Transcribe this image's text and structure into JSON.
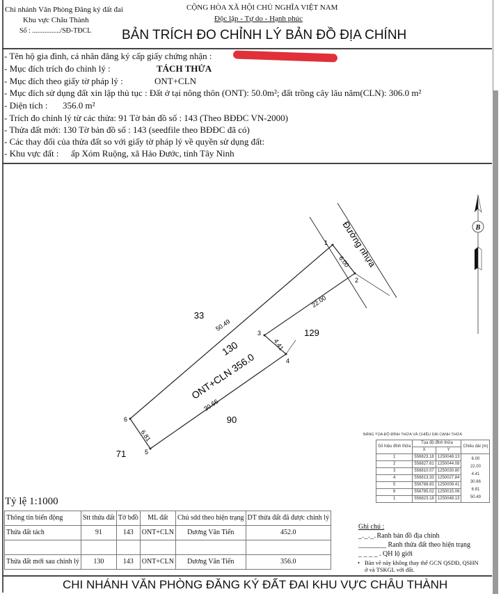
{
  "header": {
    "agency_line1": "Chi nhánh Văn Phòng Đăng ký đất đai",
    "agency_line2": "Khu vực Châu Thành",
    "doc_number": "Số : ................/SĐ-TĐCL",
    "country": "CỘNG HÒA XÃ HỘI CHỦ NGHĨA VIỆT NAM",
    "motto": "Độc lập - Tự do - Hạnh phúc",
    "title": "BẢN TRÍCH ĐO CHỈNH LÝ BẢN ĐỒ ĐỊA CHÍNH"
  },
  "info": {
    "owner_label": "- Tên hộ gia đình, cá nhân đăng ký cấp giấy chứng nhận  :",
    "purpose_label": "- Mục đích trích đo chỉnh lý  :",
    "purpose_value": "TÁCH THỬA",
    "legal_purpose_label": "- Mục đích  theo giấy tờ pháp lý :",
    "legal_purpose_value": "ONT+CLN",
    "use_purpose_label": "- Mục đích sử dụng đất xin lập thủ tục : Đất ở tại nông thôn (ONT): 50.0m²; đất trồng cây lâu năm(CLN): 306.0    m²",
    "area_label": "- Diện tích :",
    "area_value": "356.0  m²",
    "source_line": "- Trích đo chỉnh lý từ các thửa: 91   Tờ bản đồ số :  143    (Theo BĐĐC VN-2000)",
    "new_parcel_line": "- Thửa đất mới:  130     Tờ bản đồ số :  143    (seedfile theo BĐĐC đã có)",
    "changes_line": "- Các thay đổi của thửa đất so với giấy tờ pháp lý về quyền sử dụng đất:",
    "area_loc_label": "- Khu vực đất :",
    "area_loc_value": "ấp Xóm Ruộng, xã Hảo Đước, tỉnh Tây Ninh"
  },
  "map": {
    "road_label": "Đường nhựa",
    "north_label": "B",
    "parcel_number": "130",
    "parcel_type_area": "ONT+CLN  356.0",
    "neighbors": [
      "33",
      "129",
      "90",
      "71"
    ],
    "vertex_labels": [
      "1",
      "2",
      "3",
      "4",
      "5",
      "6"
    ],
    "edge_lengths": [
      "6.00",
      "22.00",
      "4.41",
      "30.66",
      "6.81",
      "50.49"
    ],
    "scale": "Tỷ lệ   1:1000"
  },
  "coord_table": {
    "title": "BẢNG TỌA ĐỘ ĐỈNH THỬA VÀ CHIỀU DÀI CẠNH THỬA",
    "headers": [
      "Số hiệu đỉnh thửa",
      "Tọa độ đỉnh thửa",
      "Chiều dài (m)",
      "X",
      "Y"
    ],
    "rows": [
      [
        "1",
        "556823.18",
        "1250048.13"
      ],
      [
        "2",
        "556827.61",
        "1250044.08"
      ],
      [
        "3",
        "556810.07",
        "1250030.80"
      ],
      [
        "4",
        "556813.33",
        "1250027.84"
      ],
      [
        "5",
        "556788.83",
        "1250009.41"
      ],
      [
        "6",
        "556785.02",
        "1250015.06"
      ],
      [
        "1",
        "556823.18",
        "1250048.13"
      ]
    ],
    "lengths": [
      "6.00",
      "22.00",
      "4.41",
      "30.66",
      "6.81",
      "50.49"
    ]
  },
  "legend": {
    "title": "Ghi chú :",
    "items": [
      "Ranh bản đồ địa chính",
      "Ranh thửa đất theo hiện trạng",
      "QH lộ giới"
    ],
    "note": "Bản vẽ này không thay thế GCN QSDĐ, QSHN ở và TSKGL với đất."
  },
  "change_table": {
    "headers": [
      "Thông tin biến động",
      "Stt thửa đất",
      "Tờ bđồ",
      "ML đất",
      "Chủ sdd theo hiện trạng",
      "DT thửa đất đã được chỉnh lý"
    ],
    "rows": [
      [
        "Thửa đất tách",
        "91",
        "143",
        "ONT+CLN",
        "Dương Văn Tiến",
        "452.0"
      ],
      [
        "",
        "",
        "",
        "",
        "",
        ""
      ],
      [
        "Thửa đất mới sau chỉnh lý",
        "130",
        "143",
        "ONT+CLN",
        "Dương Văn Tiến",
        "356.0"
      ]
    ]
  },
  "footer": "CHI NHÁNH VĂN PHÒNG ĐĂNG KÝ ĐẤT ĐAI  KHU VỰC CHÂU THÀNH",
  "colors": {
    "redaction": "#e0303a",
    "border": "#444444"
  }
}
